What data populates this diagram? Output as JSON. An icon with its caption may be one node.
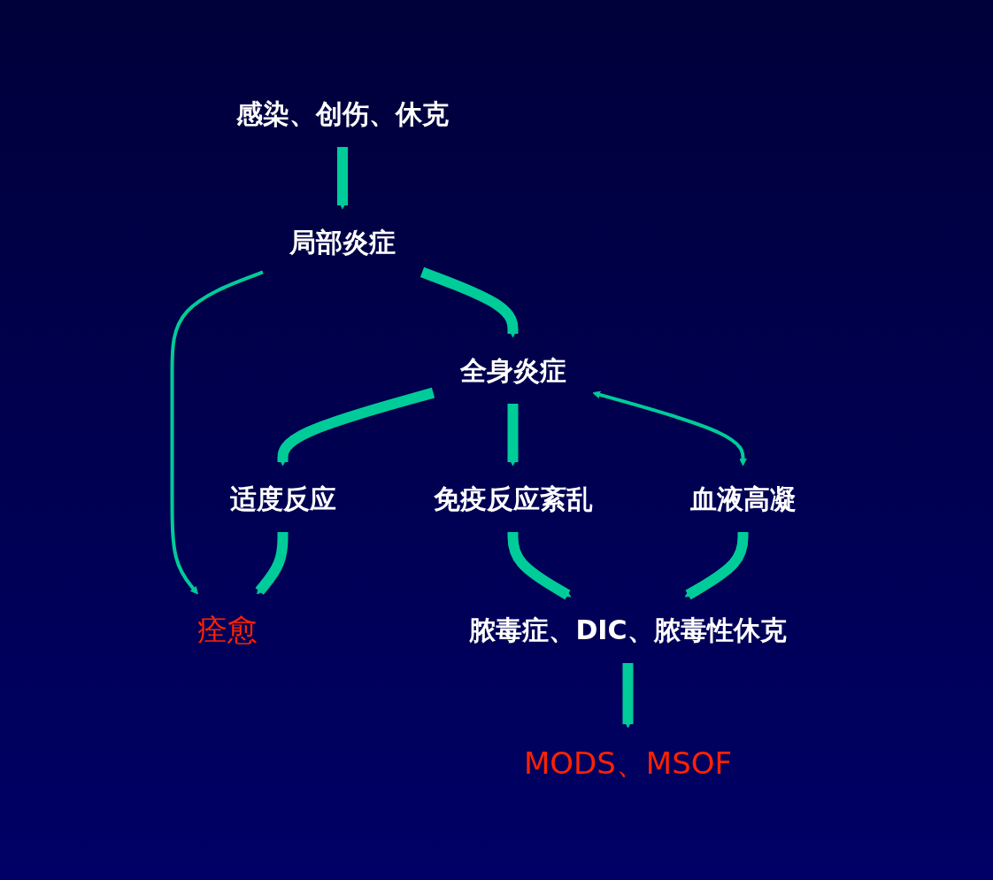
{
  "diagram": {
    "nodes": [
      {
        "text": [
          "感染、创伤、休克"
        ]
      },
      {
        "text": [
          "局部炎症"
        ]
      },
      {
        "text": [
          "全身炎症"
        ]
      },
      {
        "text": [
          "适度反应"
        ]
      },
      {
        "text": [
          "免疫反应紊乱"
        ]
      },
      {
        "text": [
          "血液高凝"
        ]
      },
      {
        "text": [
          "痊愈"
        ]
      },
      {
        "text": [
          "脓毒症、DIC、脓毒性休克"
        ]
      },
      {
        "text": [
          "MODS、MSOF"
        ]
      }
    ],
    "edges": [
      {
        "from": 0,
        "to": 1,
        "arrow": "to"
      },
      {
        "from": 1,
        "to": 6,
        "arrow": "to"
      },
      {
        "from": 1,
        "to": 2,
        "arrow": "to"
      },
      {
        "from": 2,
        "to": 3,
        "arrow": "to"
      },
      {
        "from": 2,
        "to": 4,
        "arrow": "to"
      },
      {
        "from": 2,
        "to": 5,
        "arrow": "both"
      },
      {
        "from": 3,
        "to": 6,
        "arrow": "to"
      },
      {
        "from": 4,
        "to": 7,
        "arrow": "to"
      },
      {
        "from": 5,
        "to": 7,
        "arrow": "to"
      },
      {
        "from": 7,
        "to": 8,
        "arrow": "to"
      }
    ]
  }
}
